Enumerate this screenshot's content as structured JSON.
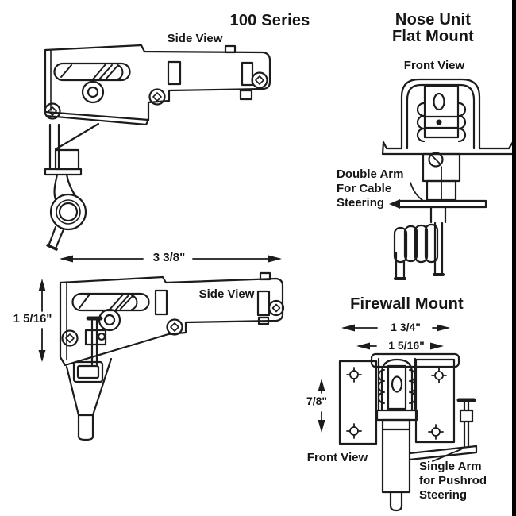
{
  "page": {
    "background": "#ffffff",
    "line_color": "#1c1c1c"
  },
  "titles": {
    "series": "100 Series",
    "nose_unit_line1": "Nose Unit",
    "nose_unit_line2": "Flat Mount",
    "firewall": "Firewall Mount"
  },
  "labels": {
    "side_view_top": "Side View",
    "front_view_top": "Front View",
    "side_view_bottom": "Side View",
    "front_view_bottom": "Front View"
  },
  "annotations": {
    "double_arm": [
      "Double Arm",
      "For Cable",
      "Steering"
    ],
    "single_arm": [
      "Single Arm",
      "for Pushrod",
      "Steering"
    ]
  },
  "dimensions": {
    "side_width": "3 3/8\"",
    "side_height": "1 5/16\"",
    "firewall_outer_width": "1 3/4\"",
    "firewall_inner_width": "1 5/16\"",
    "firewall_hole_spacing": "7/8\""
  }
}
